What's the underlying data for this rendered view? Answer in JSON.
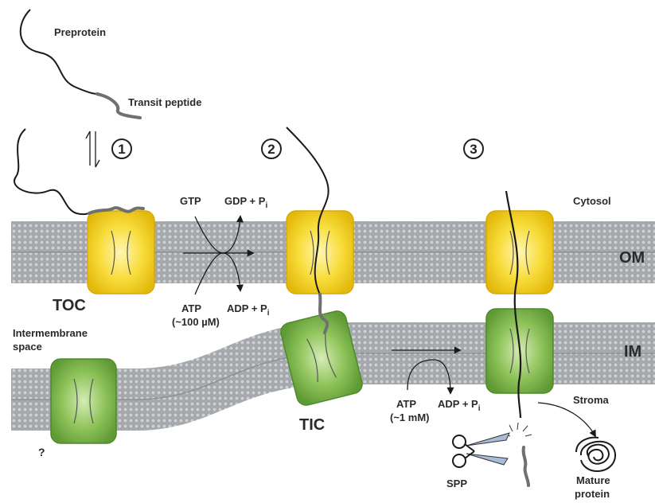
{
  "labels": {
    "preprotein": "Preprotein",
    "transit_peptide": "Transit peptide",
    "step1": "1",
    "step2": "2",
    "step3": "3",
    "cytosol": "Cytosol",
    "om": "OM",
    "im": "IM",
    "toc": "TOC",
    "tic": "TIC",
    "intermembrane_line1": "Intermembrane",
    "intermembrane_line2": "space",
    "question": "?",
    "stroma": "Stroma",
    "gtp": "GTP",
    "gdp": "GDP + P",
    "gdp_sub": "i",
    "atp_om": "ATP",
    "atp_om_conc": "(~100 µM)",
    "adp_om": "ADP + P",
    "adp_om_sub": "i",
    "atp_im": "ATP",
    "atp_im_conc": "(~1 mM)",
    "adp_im": "ADP + P",
    "adp_im_sub": "i",
    "spp": "SPP",
    "mature_line1": "Mature",
    "mature_line2": "protein"
  },
  "colors": {
    "membrane": "#a7aaae",
    "lipid_head": "#cfd2d5",
    "toc_yellow": "#f6d21c",
    "toc_center": "#fff6b4",
    "tic_green": "#7cb14a",
    "tic_center": "#d5ecb6",
    "transit_peptide": "#707070",
    "preprotein": "#1a1a1a"
  }
}
